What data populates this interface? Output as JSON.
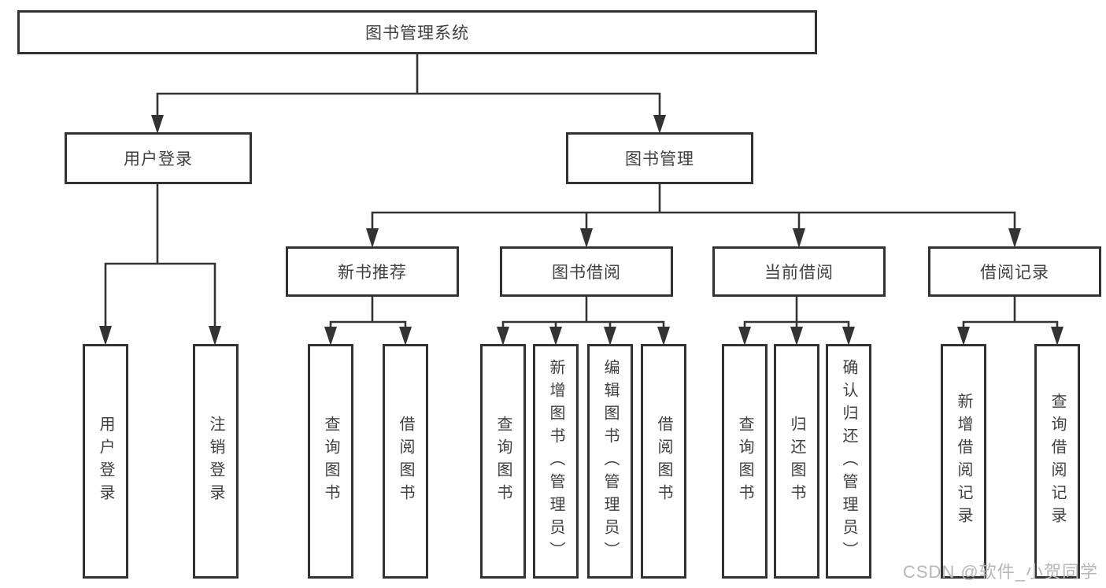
{
  "tree": {
    "root": {
      "label": "图书管理系统"
    },
    "branches": [
      {
        "label": "用户登录",
        "children": [
          {
            "label": "用户登录"
          },
          {
            "label": "注销登录"
          }
        ]
      },
      {
        "label": "图书管理",
        "children": [
          {
            "label": "新书推荐",
            "children": [
              {
                "label": "查询图书"
              },
              {
                "label": "借阅图书"
              }
            ]
          },
          {
            "label": "图书借阅",
            "children": [
              {
                "label": "查询图书"
              },
              {
                "label": "新增图书（管理员）"
              },
              {
                "label": "编辑图书（管理员）"
              },
              {
                "label": "借阅图书"
              }
            ]
          },
          {
            "label": "当前借阅",
            "children": [
              {
                "label": "查询图书"
              },
              {
                "label": "归还图书"
              },
              {
                "label": "确认归还（管理员）"
              }
            ]
          },
          {
            "label": "借阅记录",
            "children": [
              {
                "label": "新增借阅记录"
              },
              {
                "label": "查询借阅记录"
              }
            ]
          }
        ]
      }
    ]
  },
  "watermark": "CSDN @软件_小贺同学",
  "colors": {
    "line": "#333333",
    "box_border": "#333333",
    "text": "#404040",
    "watermark_text": "#b7b7b7",
    "background": "#ffffff"
  }
}
